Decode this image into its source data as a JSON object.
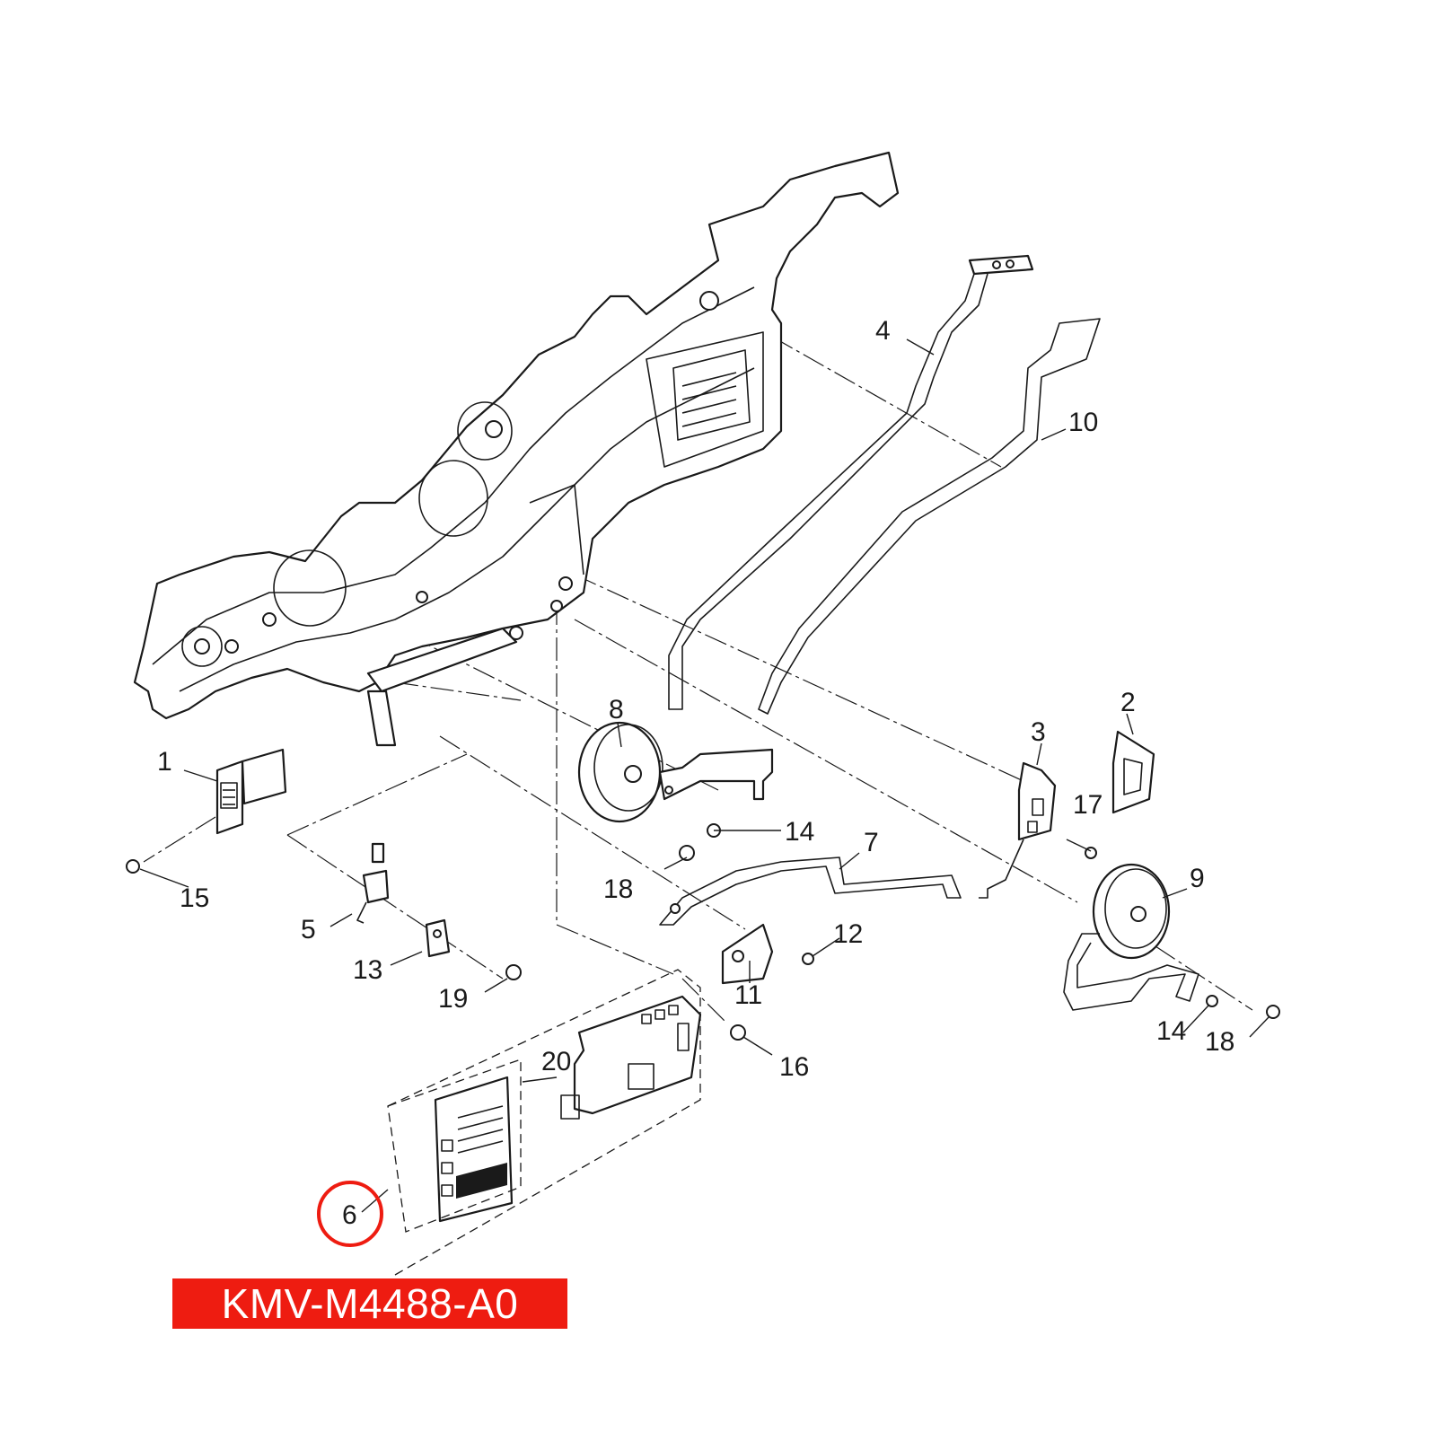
{
  "diagram": {
    "callouts": [
      {
        "id": "1",
        "label": "1"
      },
      {
        "id": "2",
        "label": "2"
      },
      {
        "id": "3",
        "label": "3"
      },
      {
        "id": "4",
        "label": "4"
      },
      {
        "id": "5",
        "label": "5"
      },
      {
        "id": "6",
        "label": "6"
      },
      {
        "id": "7",
        "label": "7"
      },
      {
        "id": "8",
        "label": "8"
      },
      {
        "id": "9",
        "label": "9"
      },
      {
        "id": "10",
        "label": "10"
      },
      {
        "id": "11",
        "label": "11"
      },
      {
        "id": "12",
        "label": "12"
      },
      {
        "id": "13",
        "label": "13"
      },
      {
        "id": "14a",
        "label": "14"
      },
      {
        "id": "14b",
        "label": "14"
      },
      {
        "id": "15",
        "label": "15"
      },
      {
        "id": "16",
        "label": "16"
      },
      {
        "id": "17",
        "label": "17"
      },
      {
        "id": "18a",
        "label": "18"
      },
      {
        "id": "18b",
        "label": "18"
      },
      {
        "id": "19",
        "label": "19"
      },
      {
        "id": "20",
        "label": "20"
      }
    ],
    "highlighted_callout": "6",
    "highlight_color": "#ee1c11"
  },
  "part_code": {
    "text": "KMV-M4488-A0",
    "background": "#ee1c11",
    "color": "#ffffff"
  }
}
